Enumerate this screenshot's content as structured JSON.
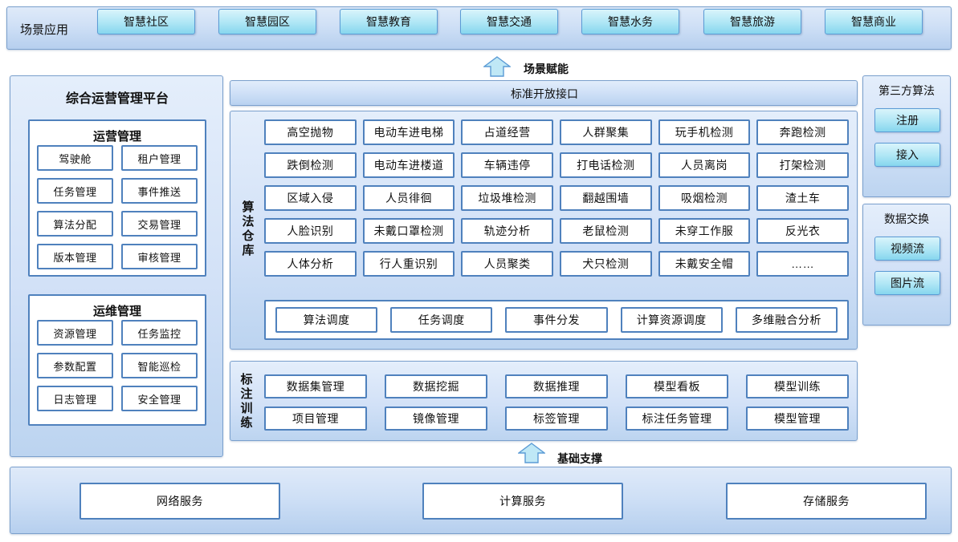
{
  "scene": {
    "label": "场景应用",
    "apps": [
      "智慧社区",
      "智慧园区",
      "智慧教育",
      "智慧交通",
      "智慧水务",
      "智慧旅游",
      "智慧商业"
    ]
  },
  "arrows": {
    "enable": "场景赋能",
    "support": "基础支撑"
  },
  "platform": {
    "title": "综合运营管理平台",
    "groups": [
      {
        "title": "运营管理",
        "items": [
          "驾驶舱",
          "租户管理",
          "任务管理",
          "事件推送",
          "算法分配",
          "交易管理",
          "版本管理",
          "审核管理"
        ]
      },
      {
        "title": "运维管理",
        "items": [
          "资源管理",
          "任务监控",
          "参数配置",
          "智能巡检",
          "日志管理",
          "安全管理"
        ]
      }
    ]
  },
  "api": {
    "title": "标准开放接口"
  },
  "algorithm": {
    "side_label": "算法仓库",
    "items": [
      "高空抛物",
      "电动车进电梯",
      "占道经营",
      "人群聚集",
      "玩手机检测",
      "奔跑检测",
      "跌倒检测",
      "电动车进楼道",
      "车辆违停",
      "打电话检测",
      "人员离岗",
      "打架检测",
      "区域入侵",
      "人员徘徊",
      "垃圾堆检测",
      "翻越围墙",
      "吸烟检测",
      "渣土车",
      "人脸识别",
      "未戴口罩检测",
      "轨迹分析",
      "老鼠检测",
      "未穿工作服",
      "反光衣",
      "人体分析",
      "行人重识别",
      "人员聚类",
      "犬只检测",
      "未戴安全帽",
      "……"
    ],
    "scheduling": [
      "算法调度",
      "任务调度",
      "事件分发",
      "计算资源调度",
      "多维融合分析"
    ]
  },
  "labeling": {
    "side_label": "标注训练",
    "items": [
      "数据集管理",
      "数据挖掘",
      "数据推理",
      "模型看板",
      "模型训练",
      "项目管理",
      "镜像管理",
      "标签管理",
      "标注任务管理",
      "模型管理"
    ]
  },
  "third_party": {
    "title": "第三方算法",
    "items": [
      "注册",
      "接入"
    ]
  },
  "data_exchange": {
    "title": "数据交换",
    "items": [
      "视频流",
      "图片流"
    ]
  },
  "services": {
    "items": [
      "网络服务",
      "计算服务",
      "存储服务"
    ]
  },
  "colors": {
    "panel_border": "#7ba0cd",
    "chip_border": "#4f81bd",
    "cyan_chip": "#aee6f5",
    "band_fill": "#cfe0f6"
  }
}
